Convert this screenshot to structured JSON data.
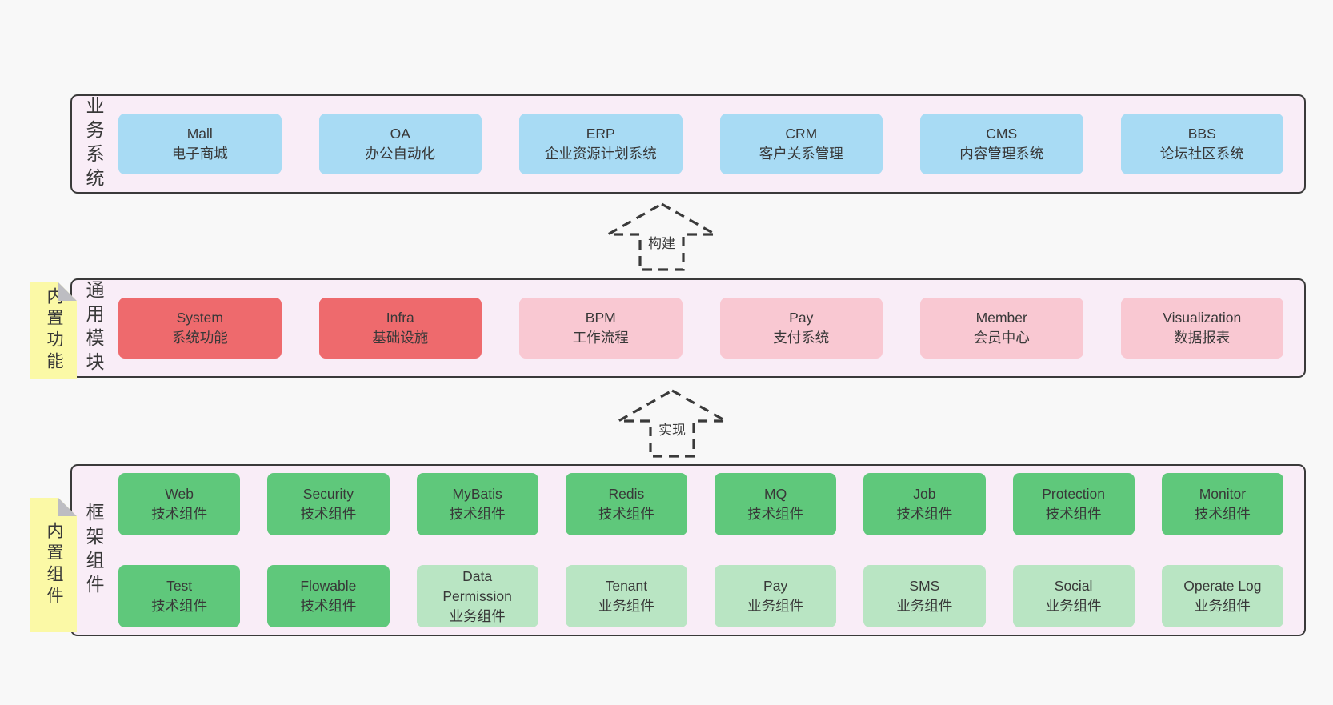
{
  "colors": {
    "background": "#f8f8f8",
    "layer_fill": "#f9edf7",
    "layer_border": "#3a3a3a",
    "blue": "#a8dbf4",
    "red": "#ee6a6d",
    "pink": "#f9c8d2",
    "green": "#5fc87b",
    "lightgreen": "#b9e5c3",
    "note_yellow": "#fbf9a6",
    "note_fold": "#bdbdc2",
    "text": "#383838"
  },
  "arrows": {
    "build": "构建",
    "implement": "实现"
  },
  "layers": {
    "business": {
      "label": "业务系统",
      "boxes": [
        {
          "name": "Mall",
          "desc": "电子商城",
          "color": "blue"
        },
        {
          "name": "OA",
          "desc": "办公自动化",
          "color": "blue"
        },
        {
          "name": "ERP",
          "desc": "企业资源计划系统",
          "color": "blue"
        },
        {
          "name": "CRM",
          "desc": "客户关系管理",
          "color": "blue"
        },
        {
          "name": "CMS",
          "desc": "内容管理系统",
          "color": "blue"
        },
        {
          "name": "BBS",
          "desc": "论坛社区系统",
          "color": "blue"
        }
      ]
    },
    "modules": {
      "label": "通用模块",
      "note": "内置功能",
      "boxes": [
        {
          "name": "System",
          "desc": "系统功能",
          "color": "red"
        },
        {
          "name": "Infra",
          "desc": "基础设施",
          "color": "red"
        },
        {
          "name": "BPM",
          "desc": "工作流程",
          "color": "pink"
        },
        {
          "name": "Pay",
          "desc": "支付系统",
          "color": "pink"
        },
        {
          "name": "Member",
          "desc": "会员中心",
          "color": "pink"
        },
        {
          "name": "Visualization",
          "desc": "数据报表",
          "color": "pink"
        }
      ]
    },
    "framework": {
      "label": "框架组件",
      "note": "内置组件",
      "row1": [
        {
          "name": "Web",
          "desc": "技术组件",
          "color": "green"
        },
        {
          "name": "Security",
          "desc": "技术组件",
          "color": "green"
        },
        {
          "name": "MyBatis",
          "desc": "技术组件",
          "color": "green"
        },
        {
          "name": "Redis",
          "desc": "技术组件",
          "color": "green"
        },
        {
          "name": "MQ",
          "desc": "技术组件",
          "color": "green"
        },
        {
          "name": "Job",
          "desc": "技术组件",
          "color": "green"
        },
        {
          "name": "Protection",
          "desc": "技术组件",
          "color": "green"
        },
        {
          "name": "Monitor",
          "desc": "技术组件",
          "color": "green"
        }
      ],
      "row2": [
        {
          "name": "Test",
          "desc": "技术组件",
          "color": "green"
        },
        {
          "name": "Flowable",
          "desc": "技术组件",
          "color": "green"
        },
        {
          "name": "Data Permission",
          "desc": "业务组件",
          "color": "lightgreen"
        },
        {
          "name": "Tenant",
          "desc": "业务组件",
          "color": "lightgreen"
        },
        {
          "name": "Pay",
          "desc": "业务组件",
          "color": "lightgreen"
        },
        {
          "name": "SMS",
          "desc": "业务组件",
          "color": "lightgreen"
        },
        {
          "name": "Social",
          "desc": "业务组件",
          "color": "lightgreen"
        },
        {
          "name": "Operate Log",
          "desc": "业务组件",
          "color": "lightgreen"
        }
      ]
    }
  }
}
